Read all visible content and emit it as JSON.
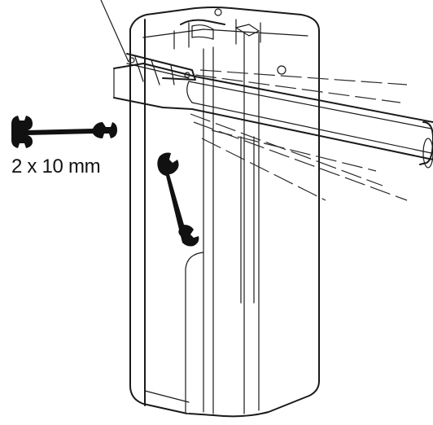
{
  "figure": {
    "wrench_size_label": "2 x 10 mm",
    "icons": [
      "wrench-icon-horizontal",
      "wrench-icon-vertical"
    ],
    "subject": "barrier-gate-column-with-boom-arm",
    "stroke_color": "#1a1a1a",
    "background_color": "#ffffff"
  }
}
